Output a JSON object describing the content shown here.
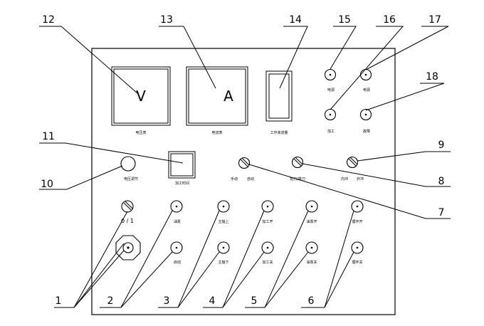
{
  "callouts": {
    "c1": "1",
    "c2": "2",
    "c3": "3",
    "c4": "4",
    "c5": "5",
    "c6": "6",
    "c7": "7",
    "c8": "8",
    "c9": "9",
    "c10": "10",
    "c11": "11",
    "c12": "12",
    "c13": "13",
    "c14": "14",
    "c15": "15",
    "c16": "16",
    "c17": "17",
    "c18": "18"
  },
  "meters": {
    "voltmeter_symbol": "V",
    "ammeter_symbol": "A"
  },
  "labels": {
    "voltmeter": "电压表",
    "ammeter": "电流表",
    "work_meter": "工作液流量",
    "k15": "电源",
    "k17": "电源",
    "k16": "加工",
    "k18": "故障",
    "knob10": "电压调节",
    "timer": "加工时间",
    "sw7_left": "手动",
    "sw7_right": "自动",
    "sw8": "抬刀/跳刀",
    "sw9_left": "内冲",
    "sw9_right": "外冲",
    "power_switch": "0 / 1",
    "b_r1_2": "油泵",
    "b_r1_3": "主轴上",
    "b_r1_4": "加工开",
    "b_r1_5": "油泵开",
    "b_r1_6": "循环开",
    "b_r2_2": "启动",
    "b_r2_3": "主轴下",
    "b_r2_4": "加工关",
    "b_r2_5": "油泵关",
    "b_r2_6": "循环关"
  }
}
